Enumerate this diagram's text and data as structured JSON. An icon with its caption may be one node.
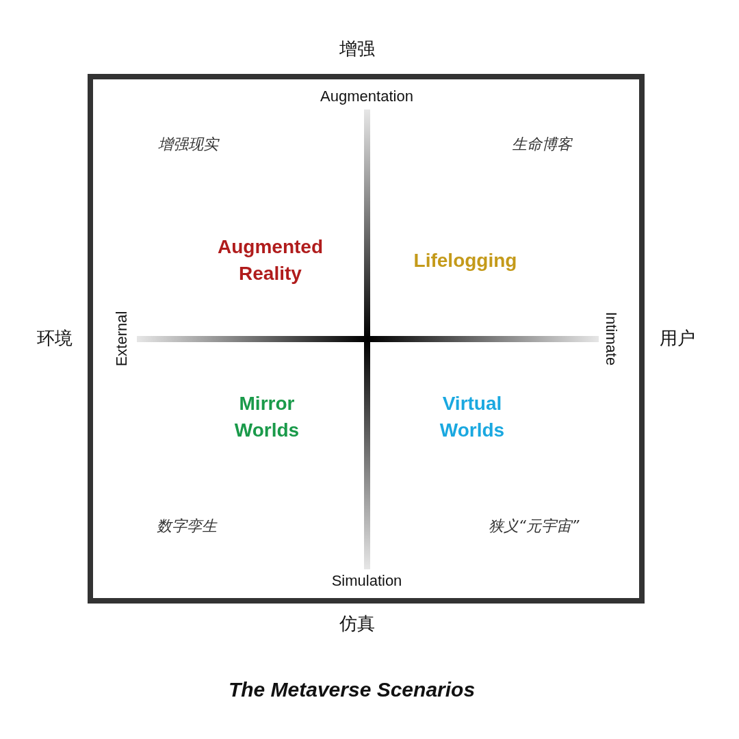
{
  "diagram": {
    "caption": "The Metaverse Scenarios",
    "labels": [
      "增强",
      "Augmentation",
      "增强现实",
      "生命博客",
      "Augmented Reality",
      "Lifelogging",
      "环境",
      "External",
      "Intimate",
      "用户",
      "Mirror Worlds",
      "Virtual Worlds",
      "数字孪生",
      "狭义“元宇宙”",
      "Simulation",
      "仿真"
    ]
  }
}
